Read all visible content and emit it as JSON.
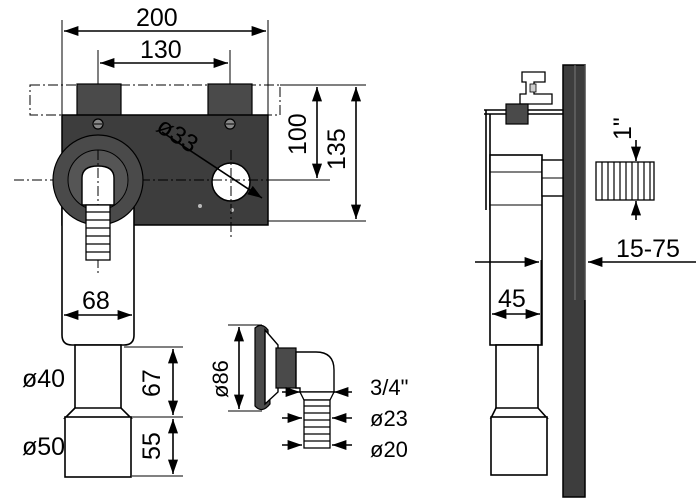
{
  "dimensions": {
    "width_total": "200",
    "width_bolts": "130",
    "height_100": "100",
    "height_135": "135",
    "hole_diameter": "ø33",
    "outlet_width": "68",
    "pipe_d40": "ø40",
    "pipe_d50": "ø50",
    "length_67": "67",
    "length_55": "55",
    "flange_d86": "ø86",
    "thread": "3/4\"",
    "hose_d23": "ø23",
    "hose_d20": "ø20",
    "side_thread": "1\"",
    "wall_depth": "15-75",
    "body_depth": "45"
  }
}
